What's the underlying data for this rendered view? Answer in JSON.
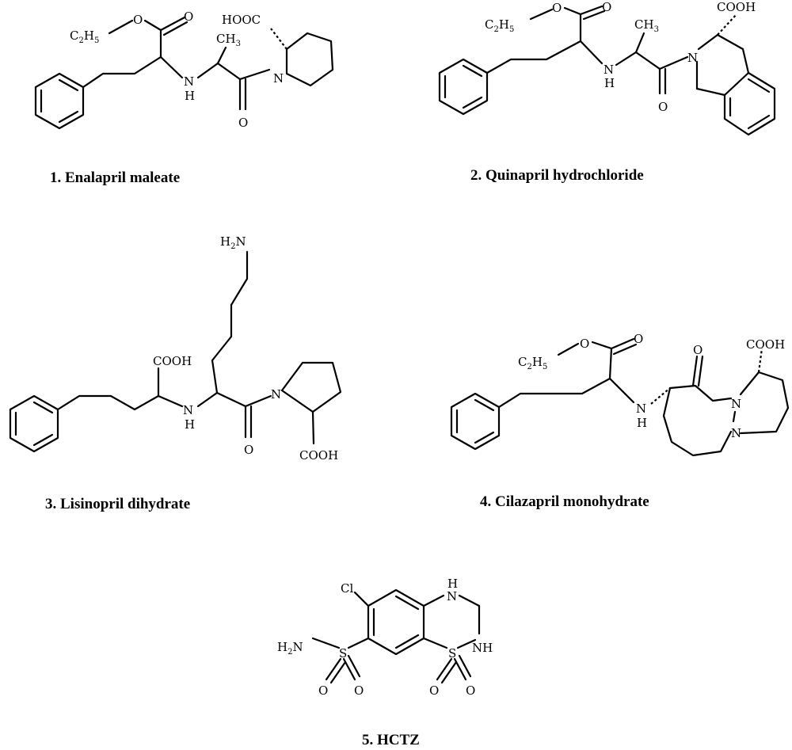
{
  "structures": [
    {
      "caption": "1. Enalapril maleate",
      "labels": {
        "ethyl": "C2H5",
        "ethyl_main": "C",
        "ethyl_sub1": "2",
        "ethyl_h": "H",
        "ethyl_sub2": "5",
        "ester_o": "O",
        "carbonyl_o": "O",
        "nh_n": "N",
        "nh_h": "H",
        "methyl": "CH",
        "methyl_sub": "3",
        "acid": "HOOC",
        "ring_n": "N",
        "amide_o": "O"
      }
    },
    {
      "caption": "2. Quinapril hydrochloride",
      "labels": {
        "ethyl_main": "C",
        "ethyl_sub1": "2",
        "ethyl_h": "H",
        "ethyl_sub2": "5",
        "ester_o": "O",
        "carbonyl_o": "O",
        "nh_n": "N",
        "nh_h": "H",
        "methyl": "CH",
        "methyl_sub": "3",
        "acid": "COOH",
        "ring_n": "N",
        "amide_o": "O"
      }
    },
    {
      "caption": "3. Lisinopril dihydrate",
      "labels": {
        "amine_h": "H",
        "amine_sub": "2",
        "amine_n": "N",
        "acid_top": "COOH",
        "nh_n": "N",
        "nh_h": "H",
        "ring_n": "N",
        "amide_o": "O",
        "acid_bottom": "COOH"
      }
    },
    {
      "caption": "4. Cilazapril monohydrate",
      "labels": {
        "ethyl_main": "C",
        "ethyl_sub1": "2",
        "ethyl_h": "H",
        "ethyl_sub2": "5",
        "ester_o": "O",
        "carbonyl_o": "O",
        "nh_n": "N",
        "nh_h": "H",
        "ring_o": "O",
        "acid": "COOH",
        "n1": "N",
        "n2": "N"
      }
    },
    {
      "caption": "5. HCTZ",
      "labels": {
        "cl": "Cl",
        "nh_top": "N",
        "nh_top_h": "H",
        "nh_side": "NH",
        "amine_h": "H",
        "amine_sub": "2",
        "amine_n": "N",
        "s_left": "S",
        "s_right": "S",
        "o1": "O",
        "o2": "O",
        "o3": "O",
        "o4": "O"
      }
    }
  ]
}
